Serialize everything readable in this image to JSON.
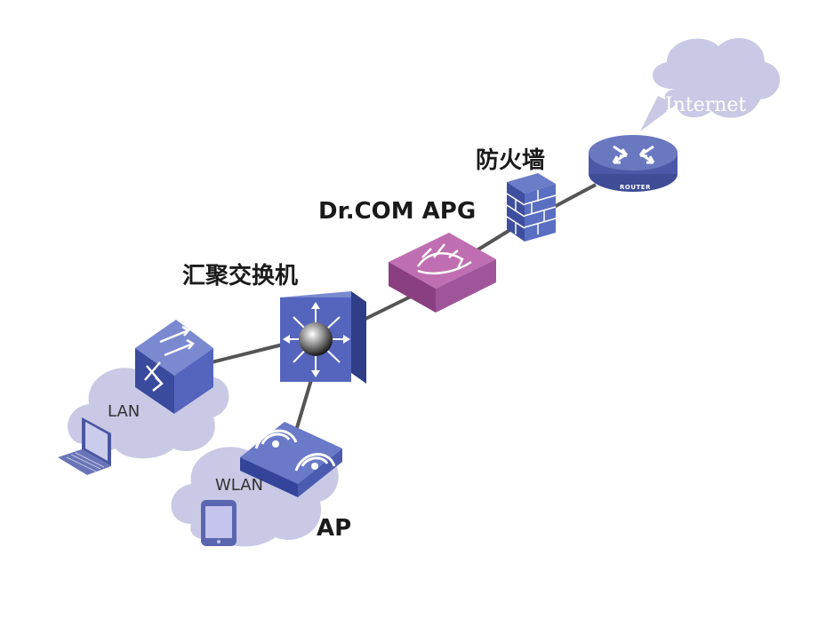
{
  "labels": {
    "internet": "Internet",
    "router": "ROUTER",
    "firewall": "防火墙",
    "apg": "Dr.COM APG",
    "aggregation_switch": "汇聚交换机",
    "lan": "LAN",
    "wlan": "WLAN",
    "ap": "AP"
  },
  "colors": {
    "cloud": "#c9c9e6",
    "switch_blue": "#5a6ec9",
    "router_blue": "#6a78c0",
    "apg_pink": "#b85fa8",
    "firewall_blue": "#4a5fb5",
    "link": "#555555"
  },
  "icons": [
    "router-icon",
    "firewall-icon",
    "apg-icon",
    "aggregation-switch-icon",
    "lan-switch-icon",
    "access-point-icon",
    "laptop-icon",
    "tablet-icon",
    "internet-cloud"
  ]
}
